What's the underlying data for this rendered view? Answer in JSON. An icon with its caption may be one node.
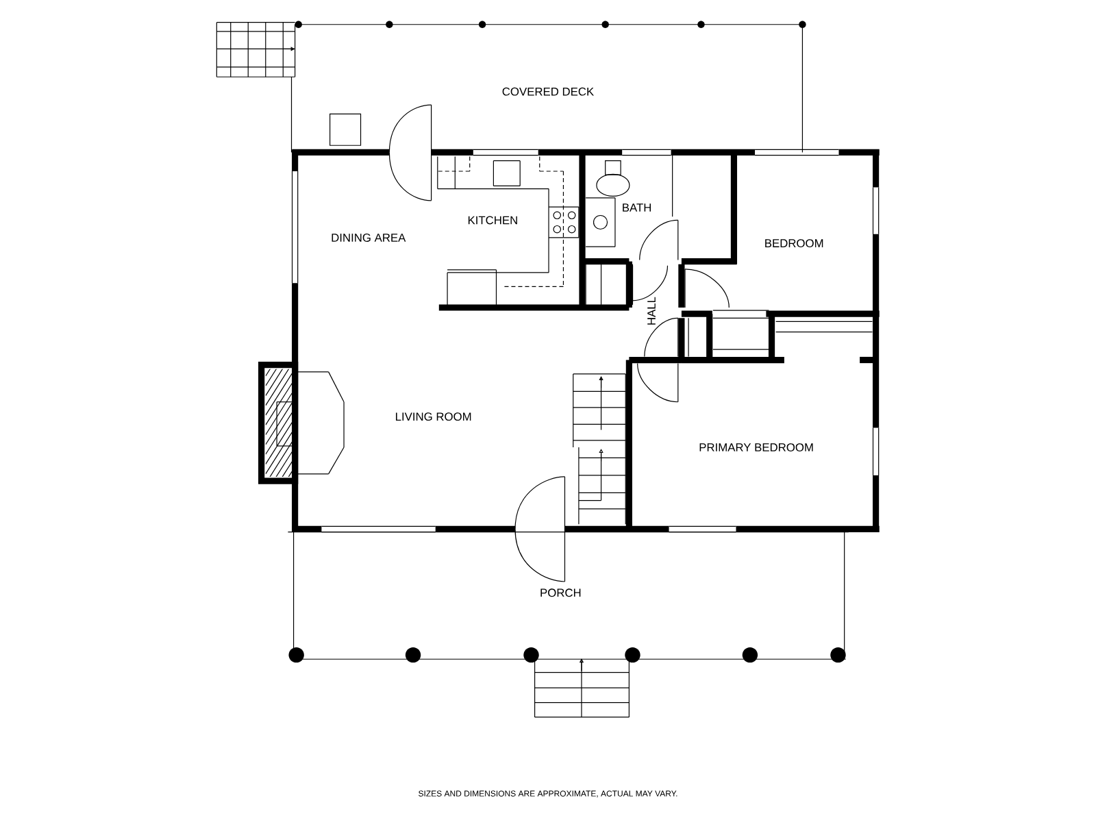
{
  "diagram": {
    "caption": "SIZES AND DIMENSIONS ARE APPROXIMATE, ACTUAL MAY VARY.",
    "labels": [
      "COVERED DECK",
      "BATH",
      "KITCHEN",
      "DINING AREA",
      "BEDROOM",
      "HALL",
      "LIVING ROOM",
      "PRIMARY BEDROOM",
      "PORCH"
    ]
  }
}
